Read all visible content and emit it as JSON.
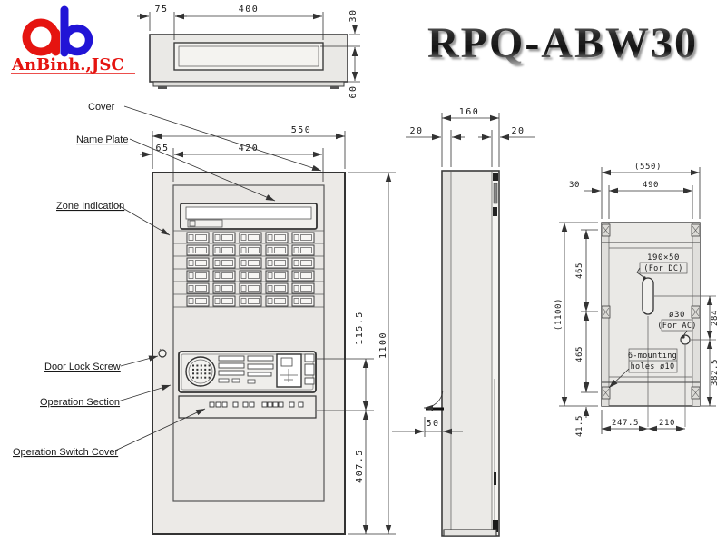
{
  "colors": {
    "logo_red": "#e51410",
    "logo_blue": "#2114d6",
    "line": "#3c3c3c",
    "panel_fill": "#eceae7"
  },
  "logo": {
    "company": "AnBinh.,JSC"
  },
  "title": "RPQ-ABW30",
  "front_view": {
    "callouts": {
      "cover": "Cover",
      "name_plate": "Name Plate",
      "zone_indication": "Zone Indication",
      "door_lock_screw": "Door Lock Screw",
      "operation_section": "Operation Section",
      "operation_switch_cover": "Operation Switch Cover"
    },
    "dims": {
      "overall_width": "550",
      "door_left_offset": "65",
      "door_width": "420",
      "overall_height": "1100",
      "operation_height": "115.5",
      "lower_height": "407.5"
    }
  },
  "top_view": {
    "dims": {
      "left_offset": "75",
      "recess_width": "400",
      "upper_depth": "30",
      "lower_depth": "60"
    }
  },
  "side_view": {
    "dims": {
      "front_gap": "20",
      "depth": "160",
      "rear_gap": "20",
      "door_swing": "50"
    }
  },
  "back_view": {
    "dims": {
      "overall_width": "(550)",
      "flange": "30",
      "inner_width": "490",
      "overall_height": "(1100)",
      "upper_pitch": "465",
      "lower_pitch": "465",
      "bottom_offset": "41.5",
      "dc_to_ac": "284",
      "ac_to_bottom": "382.5",
      "dc_x": "247.5",
      "ac_x": "210"
    },
    "labels": {
      "dc_size": "190×50",
      "dc_note": "(For DC)",
      "ac_size": "ø30",
      "ac_note": "(For AC)",
      "mounting_line1": "6-mounting",
      "mounting_line2": "holes ø10"
    }
  }
}
